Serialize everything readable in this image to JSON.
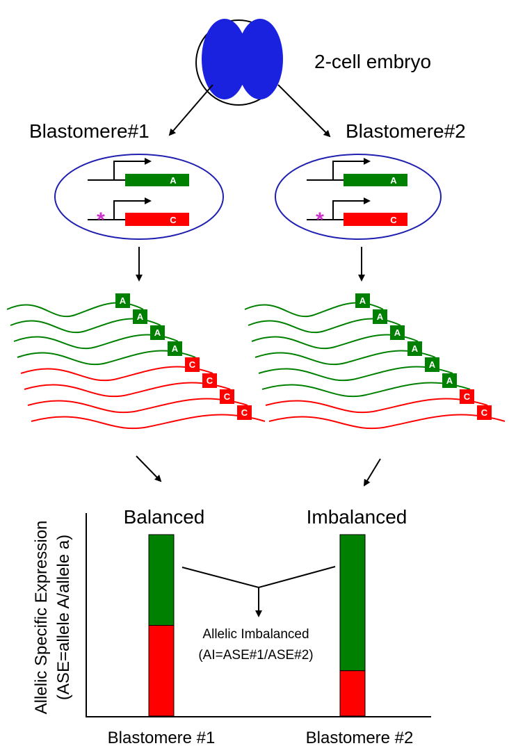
{
  "embryo": {
    "label": "2-cell embryo"
  },
  "blastomeres": [
    {
      "id": "b1",
      "title": "Blastomere#1",
      "allele_top": "A",
      "allele_bottom": "C",
      "mark": "*",
      "reads_green": 4,
      "reads_red": 4,
      "read_label_green": "A",
      "read_label_red": "C"
    },
    {
      "id": "b2",
      "title": "Blastomere#2",
      "allele_top": "A",
      "allele_bottom": "C",
      "mark": "*",
      "reads_green": 6,
      "reads_red": 2,
      "read_label_green": "A",
      "read_label_red": "C"
    }
  ],
  "colors": {
    "green": "#008000",
    "red": "#ff0000",
    "blue": "#1a22e0",
    "ellipse": "#1f1fb0",
    "mark": "#cc33cc"
  },
  "chart_data": {
    "type": "bar",
    "stacked": true,
    "ylabel_line1": "Allelic Specific Expression",
    "ylabel_line2": "(ASE=allele A/allele a)",
    "categories": [
      "Blastomere #1",
      "Blastomere #2"
    ],
    "bar_titles": [
      "Balanced",
      "Imbalanced"
    ],
    "green_fraction": [
      0.5,
      0.75
    ],
    "red_fraction": [
      0.5,
      0.25
    ],
    "annotation_line1": "Allelic Imbalanced",
    "annotation_line2": "(AI=ASE#1/ASE#2)"
  }
}
